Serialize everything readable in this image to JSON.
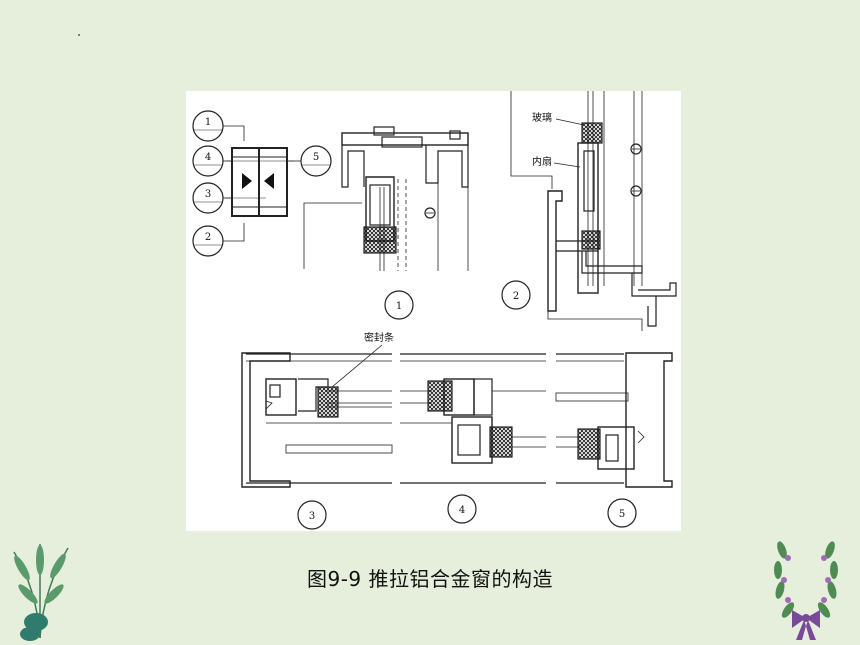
{
  "figure": {
    "caption": "图9-9  推拉铝合金窗的构造",
    "labels": {
      "glass": "玻璃",
      "inner_sash": "内扇",
      "seal_strip": "密封条"
    },
    "key_plan_numbers": [
      "1",
      "4",
      "3",
      "2",
      "5"
    ],
    "section_numbers": [
      "1",
      "2",
      "3",
      "4",
      "5"
    ]
  },
  "colors": {
    "background": "#e6efdc",
    "figure_bg": "#ffffff",
    "line": "#222222"
  }
}
